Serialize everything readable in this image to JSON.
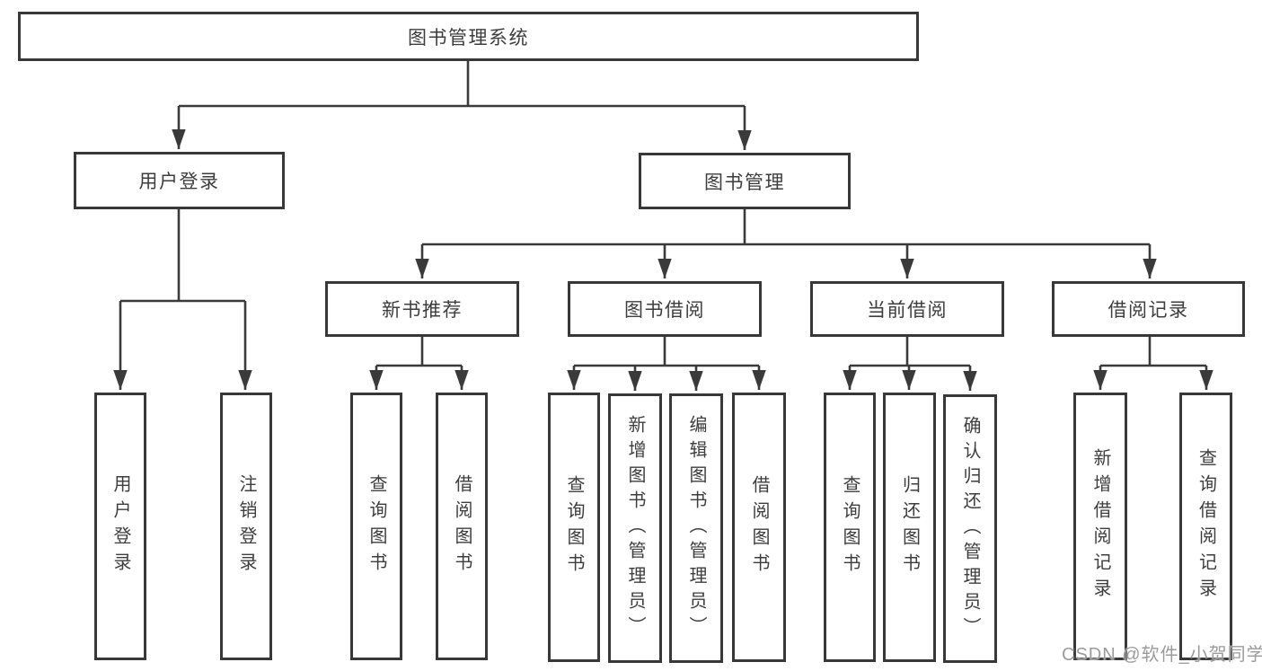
{
  "diagram_title": "图书管理系统",
  "colors": {
    "line": "#3a3a3a",
    "box_border": "#383838",
    "text": "#3d3d3d",
    "background": "#ffffff",
    "watermark": "#9b9b9b"
  },
  "nodes": {
    "root": "图书管理系统",
    "user_login": "用户登录",
    "book_mgmt": "图书管理",
    "new_book_rec": "新书推荐",
    "book_borrow": "图书借阅",
    "current_borrow": "当前借阅",
    "borrow_records": "借阅记录",
    "leaf_user_login": "用户登录",
    "leaf_logout": "注销登录",
    "rec_query_book": "查询图书",
    "rec_borrow_book": "借阅图书",
    "bb_query_book": "查询图书",
    "bb_add_book": "新增图书（管理员）",
    "bb_edit_book": "编辑图书（管理员）",
    "bb_borrow_book": "借阅图书",
    "cb_query_book": "查询图书",
    "cb_return_book": "归还图书",
    "cb_confirm_return": "确认归还（管理员）",
    "br_add_record": "新增借阅记录",
    "br_query_record": "查询借阅记录"
  },
  "structure": {
    "label": "图书管理系统",
    "children": [
      {
        "label": "用户登录",
        "children": [
          {
            "label": "用户登录"
          },
          {
            "label": "注销登录"
          }
        ]
      },
      {
        "label": "图书管理",
        "children": [
          {
            "label": "新书推荐",
            "children": [
              {
                "label": "查询图书"
              },
              {
                "label": "借阅图书"
              }
            ]
          },
          {
            "label": "图书借阅",
            "children": [
              {
                "label": "查询图书"
              },
              {
                "label": "新增图书（管理员）"
              },
              {
                "label": "编辑图书（管理员）"
              },
              {
                "label": "借阅图书"
              }
            ]
          },
          {
            "label": "当前借阅",
            "children": [
              {
                "label": "查询图书"
              },
              {
                "label": "归还图书"
              },
              {
                "label": "确认归还（管理员）"
              }
            ]
          },
          {
            "label": "借阅记录",
            "children": [
              {
                "label": "新增借阅记录"
              },
              {
                "label": "查询借阅记录"
              }
            ]
          }
        ]
      }
    ]
  },
  "watermark": "CSDN @软件_小贺同学"
}
